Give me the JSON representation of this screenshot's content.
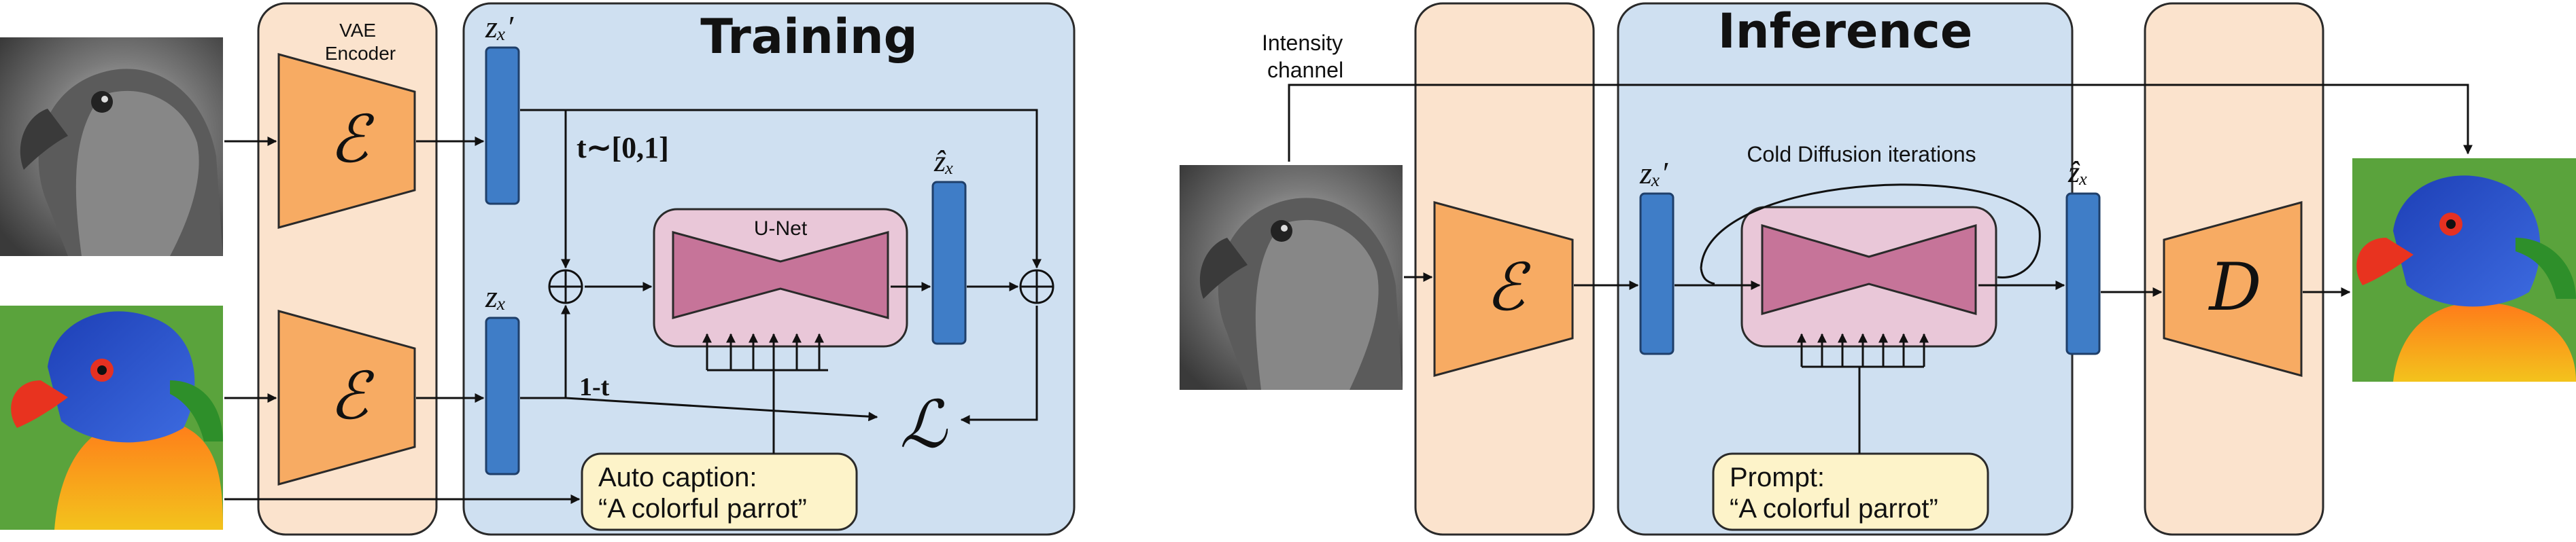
{
  "training": {
    "title": "Training",
    "encoder_label": "VAE\nEncoder",
    "encoder_symbol": "ℰ",
    "latent_gray": "zₓ′",
    "latent_color": "zₓ",
    "latent_pred": "ẑₓ",
    "noise_schedule": "t∼[0,1]",
    "one_minus_t": "1-t",
    "unet_label": "U-Net",
    "loss_symbol": "ℒ",
    "plus_symbol": "⊕",
    "caption_title": "Auto caption:",
    "caption_text": "“A colorful parrot”"
  },
  "inference": {
    "title": "Inference",
    "intensity_label": "Intensity\nchannel",
    "encoder_symbol": "ℰ",
    "decoder_symbol": "D",
    "latent_gray": "zₓ′",
    "latent_pred": "ẑₓ",
    "loop_label": "Cold Diffusion iterations",
    "prompt_title": "Prompt:",
    "prompt_text": "“A colorful parrot”"
  },
  "colors": {
    "panel_orange": "#fbe3cd",
    "panel_blue": "#cfe0f1",
    "block_orange": "#f7ab63",
    "latent_blue": "#3f7dc7",
    "unet_pink": "#e9c7d8",
    "unet_shape": "#c67499",
    "caption_yellow": "#fdf3c9"
  },
  "images": {
    "gray_parrot": "grayscale parrot",
    "color_parrot": "colour parrot"
  }
}
